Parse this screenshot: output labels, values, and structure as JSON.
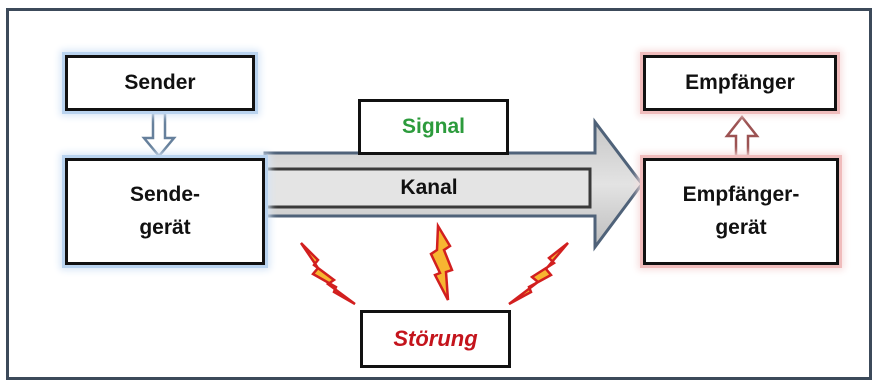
{
  "diagram": {
    "sender": "Sender",
    "sendegeraet": [
      "Sende-",
      "gerät"
    ],
    "signal": "Signal",
    "kanal": "Kanal",
    "empfaenger": "Empfänger",
    "empfaengergeraet": [
      "Empfänger-",
      "gerät"
    ],
    "stoerung": "Störung"
  },
  "colors": {
    "box_border": "#111111",
    "sender_glow": "#b9d3ef",
    "receiver_glow": "#f0bcbc",
    "signal_text": "#2c9b3c",
    "stoerung_text": "#c4141c",
    "arrow_fill": "#d3d3d3",
    "arrow_border": "#4f6279",
    "bolt_fill": "#f7b531",
    "bolt_border": "#d21f1f"
  }
}
